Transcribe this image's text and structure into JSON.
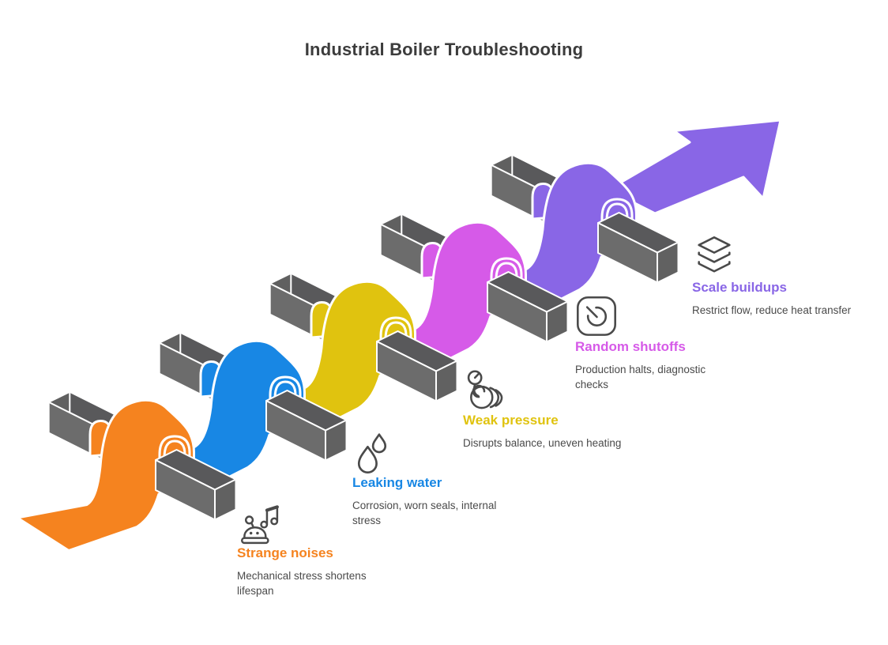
{
  "title": "Industrial Boiler Troubleshooting",
  "stages": [
    {
      "label": "Strange noises",
      "description": "Mechanical stress shortens lifespan",
      "color": "#f5831f",
      "icon": "music-notes-robot"
    },
    {
      "label": "Leaking water",
      "description": "Corrosion, worn seals, internal stress",
      "color": "#1887e4",
      "icon": "water-drops"
    },
    {
      "label": "Weak pressure",
      "description": "Disrupts balance, uneven heating",
      "color": "#e0c30f",
      "icon": "pressure-coil-gauge"
    },
    {
      "label": "Random shutoffs",
      "description": "Production halts, diagnostic checks",
      "color": "#d65ae8",
      "icon": "restart-dial"
    },
    {
      "label": "Scale buildups",
      "description": "Restrict flow, reduce heat transfer",
      "color": "#8966e6",
      "icon": "layers"
    }
  ],
  "colors": {
    "title": "#3c3c3c",
    "text": "#4a4a4a",
    "bar_top": "#59595b",
    "bar_front": "#6c6c6c",
    "bar_cap_nw": "#606060",
    "bar_cap_se": "#616161"
  }
}
